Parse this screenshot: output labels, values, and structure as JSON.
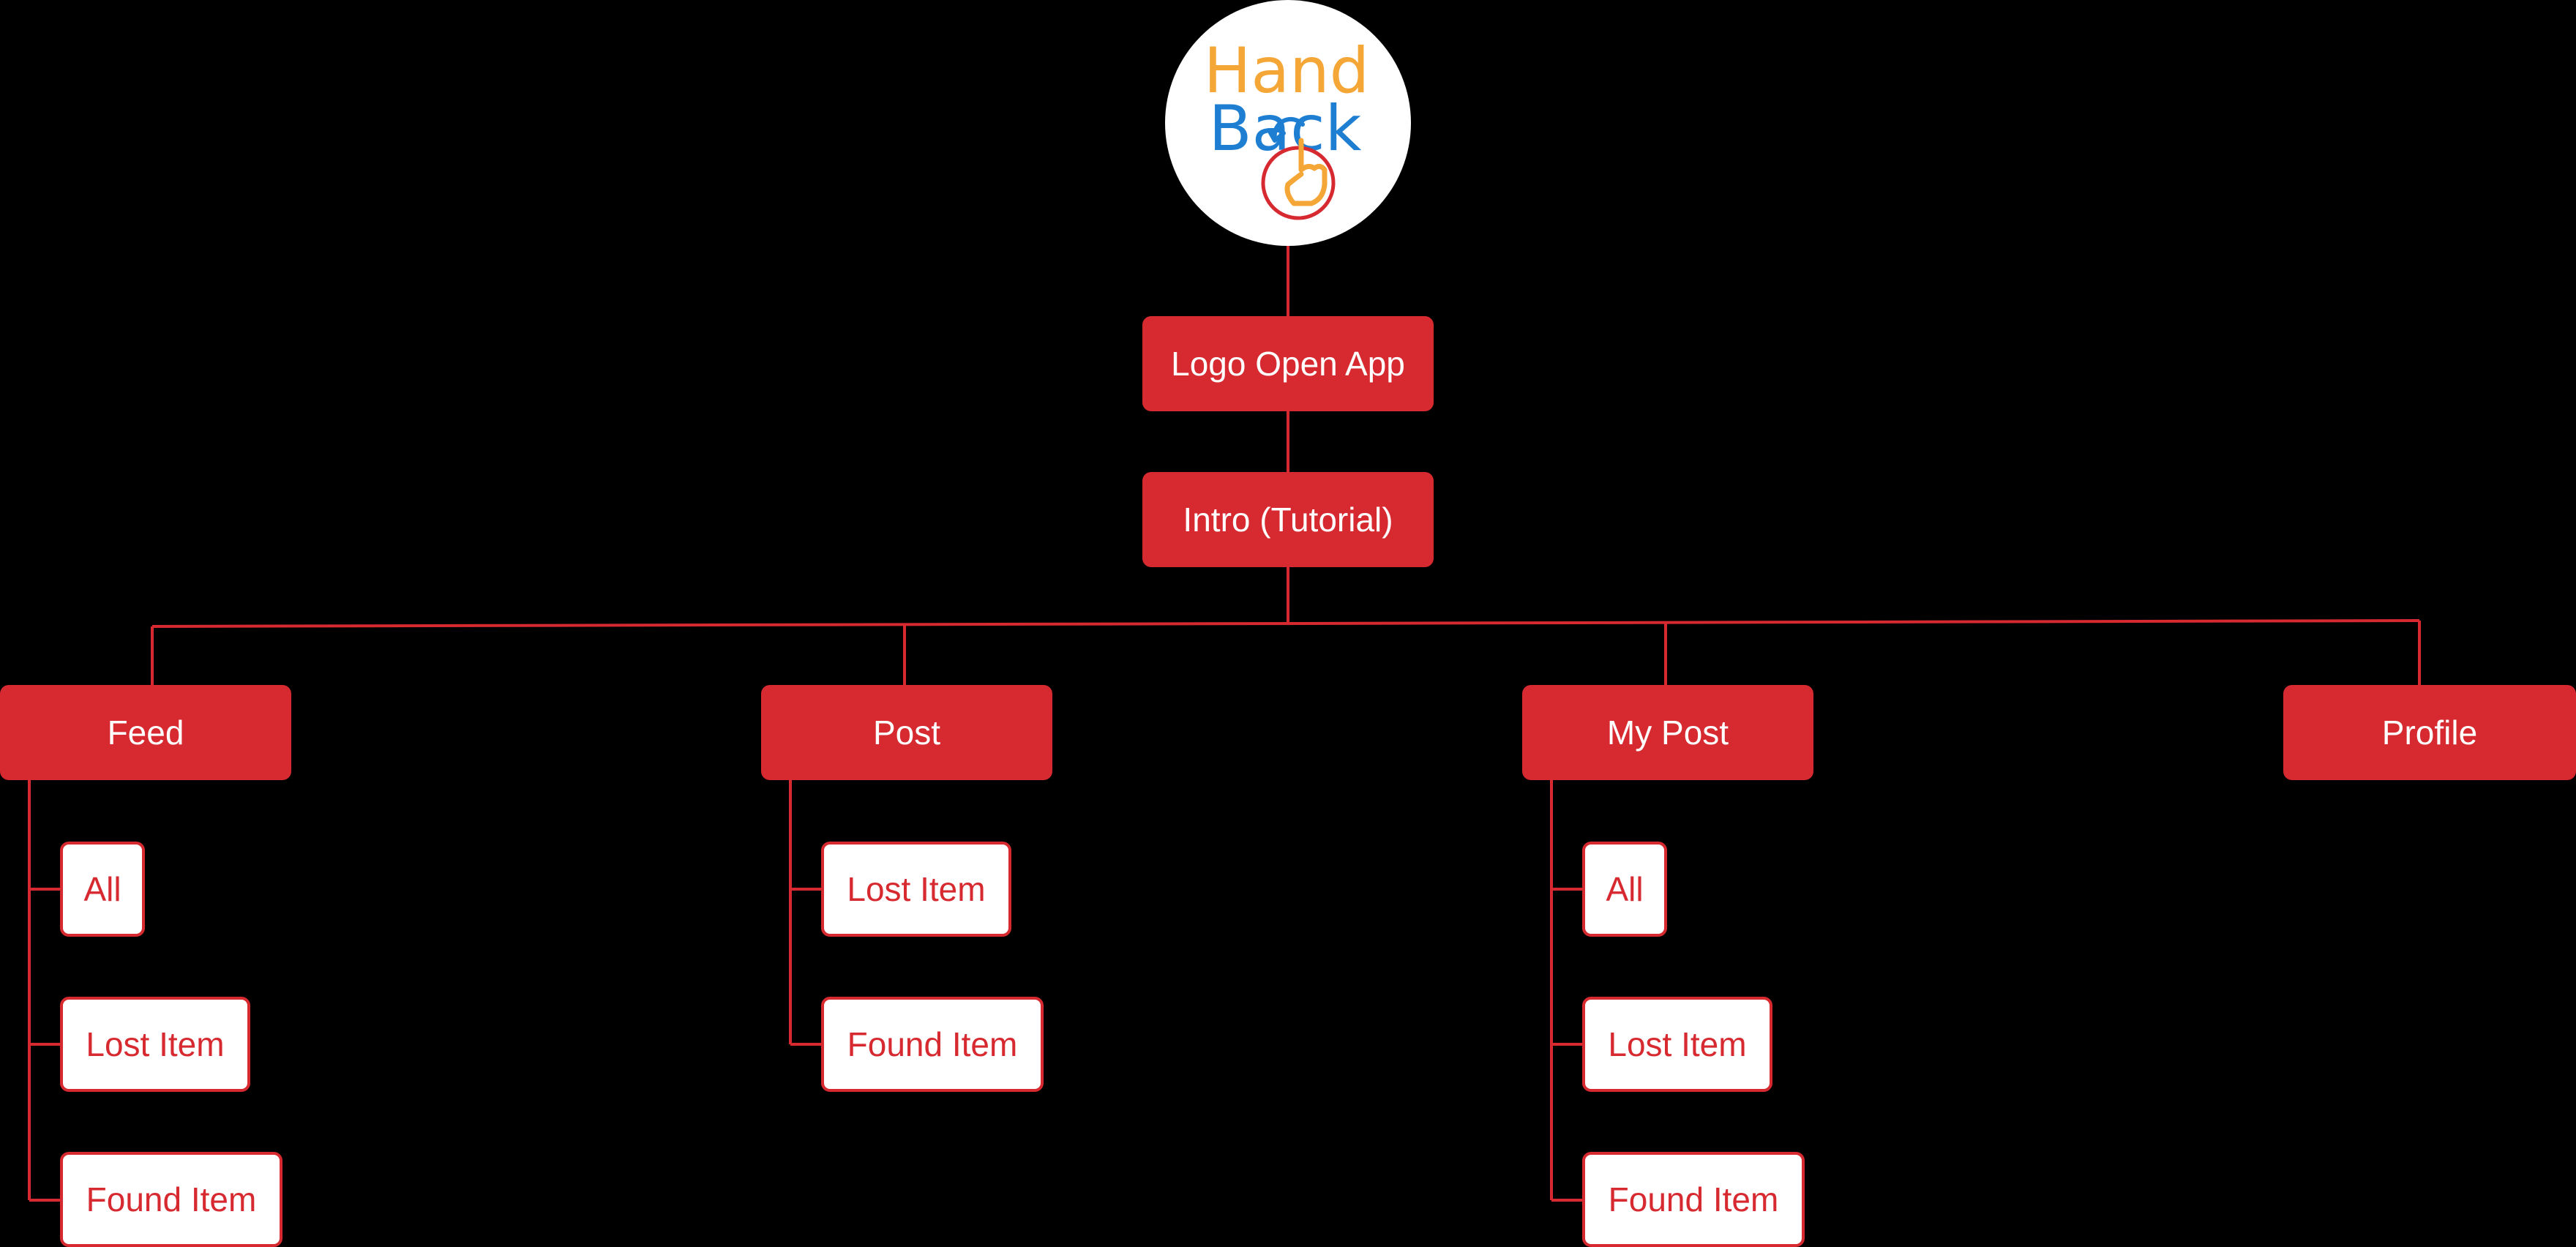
{
  "logo": {
    "line1": "Hand",
    "line2": "Back",
    "colors": {
      "line1": "#f4a637",
      "line2": "#1e7fd2",
      "ring": "#d62a30"
    }
  },
  "colors": {
    "primary": "#d62a30",
    "background": "#000000",
    "sub_node_fill": "#ffffff"
  },
  "nodes": {
    "open_app": "Logo Open App",
    "intro": "Intro (Tutorial)",
    "main": [
      {
        "label": "Feed",
        "children": [
          "All",
          "Lost Item",
          "Found Item"
        ]
      },
      {
        "label": "Post",
        "children": [
          "Lost Item",
          "Found Item"
        ]
      },
      {
        "label": "My Post",
        "children": [
          "All",
          "Lost Item",
          "Found Item"
        ]
      },
      {
        "label": "Profile",
        "children": []
      }
    ]
  }
}
